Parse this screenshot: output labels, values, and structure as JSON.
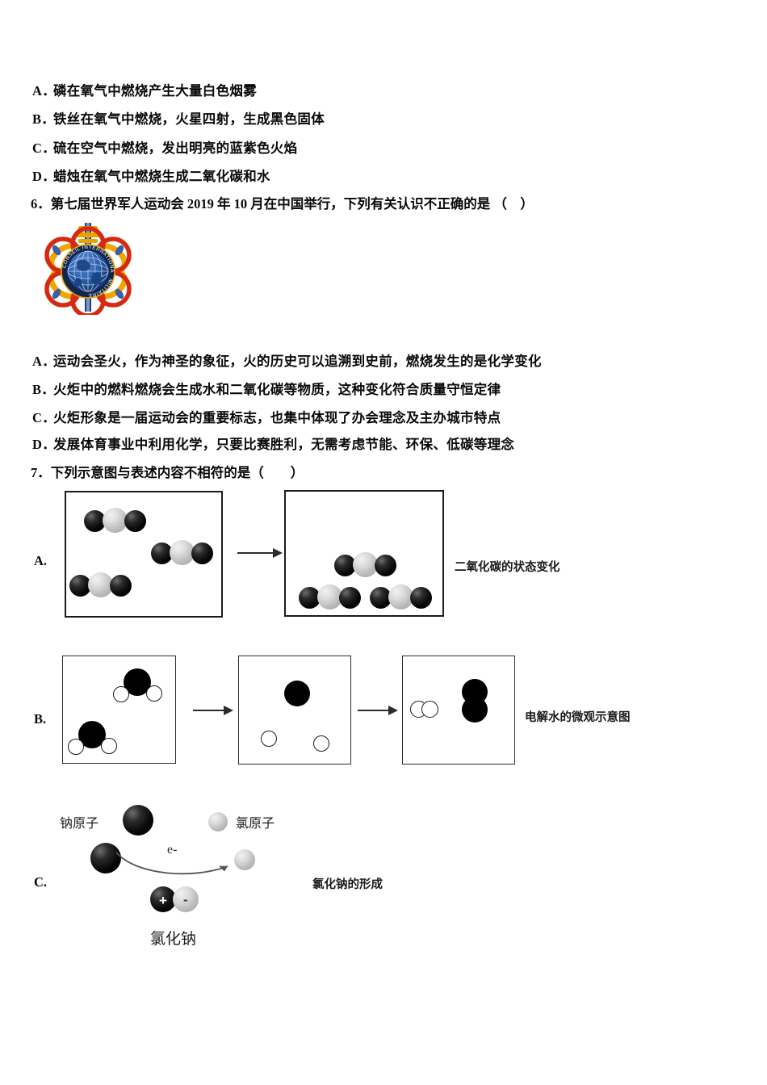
{
  "question5": {
    "options": [
      {
        "letter": "A．",
        "text": "磷在氧气中燃烧产生大量白色烟雾"
      },
      {
        "letter": "B．",
        "text": "铁丝在氧气中燃烧，火星四射，生成黑色固体"
      },
      {
        "letter": "C．",
        "text": "硫在空气中燃烧，发出明亮的蓝紫色火焰"
      },
      {
        "letter": "D．",
        "text": "蜡烛在氧气中燃烧生成二氧化碳和水"
      }
    ]
  },
  "question6": {
    "stem": "6．第七届世界军人运动会 2019 年 10 月在中国举行，下列有关认识不正确的是 （　）",
    "logo_name": "cism-world-military-games-emblem",
    "options": [
      {
        "letter": "A．",
        "text": "运动会圣火，作为神圣的象征，火的历史可以追溯到史前，燃烧发生的是化学变化"
      },
      {
        "letter": "B．",
        "text": "火炬中的燃料燃烧会生成水和二氧化碳等物质，这种变化符合质量守恒定律"
      },
      {
        "letter": "C．",
        "text": "火炬形象是一届运动会的重要标志，也集中体现了办会理念及主办城市特点"
      },
      {
        "letter": "D．",
        "text": "发展体育事业中利用化学，只要比赛胜利，无需考虑节能、环保、低碳等理念"
      }
    ]
  },
  "question7": {
    "stem": "7．下列示意图与表述内容不相符的是（　　）",
    "options": [
      {
        "letter": "A.",
        "caption": "二氧化碳的状态变化",
        "diagram": "co2-state-change"
      },
      {
        "letter": "B.",
        "caption": "电解水的微观示意图",
        "diagram": "water-electrolysis-micro"
      },
      {
        "letter": "C.",
        "caption": "氯化钠的形成",
        "diagram": "sodium-chloride-formation",
        "labels": {
          "sodium_atom": "钠原子",
          "chlorine_atom": "氯原子",
          "electron": "e-",
          "sodium_chloride": "氯化钠",
          "cation_sign": "+",
          "anion_sign": "-"
        }
      }
    ]
  },
  "colors": {
    "ink": "#0a0a0a",
    "frame": "#1b1b1b",
    "atom_dark": "#000000",
    "atom_light": "#b9b9b9",
    "logo_red": "#d42a10",
    "logo_gold": "#f0a500",
    "logo_blue": "#1b4f9c"
  }
}
